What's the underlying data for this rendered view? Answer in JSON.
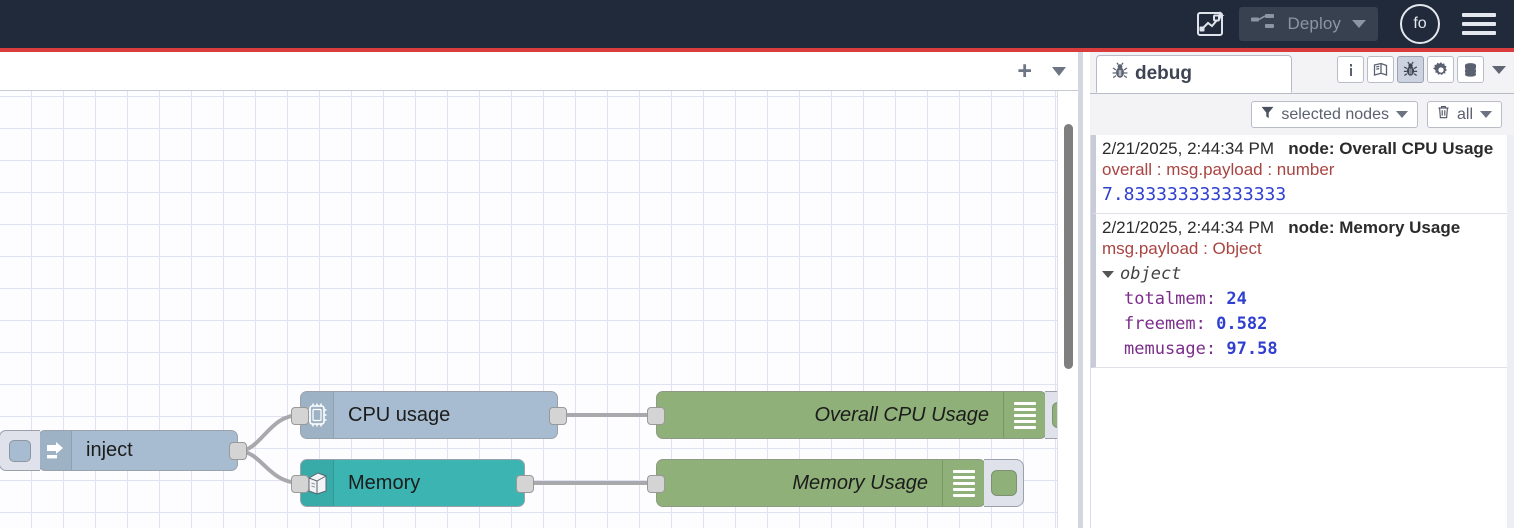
{
  "header": {
    "ai_icon": "flow-sparkle-icon",
    "deploy_label": "Deploy",
    "deploy_icon": "deploy-node-icon",
    "avatar_label": "fo",
    "menu_icon": "hamburger-menu-icon",
    "accent_color": "#d83c3c",
    "background_color": "#212a3a"
  },
  "workspace": {
    "add_tab_label": "+",
    "tab_menu_icon": "chevron-down-icon",
    "nodes": [
      {
        "id": "inject",
        "label": "inject",
        "icon": "inject-arrow-icon",
        "color": "#a7bcd0",
        "type": "inject"
      },
      {
        "id": "cpu",
        "label": "CPU usage",
        "icon": "cpu-chip-icon",
        "color": "#a7bcd0",
        "type": "function"
      },
      {
        "id": "memory",
        "label": "Memory",
        "icon": "server-tower-icon",
        "color": "#3cb4b2",
        "type": "function"
      },
      {
        "id": "debug1",
        "label": "Overall CPU Usage",
        "icon": "debug-lines-icon",
        "color": "#8fb079",
        "type": "debug"
      },
      {
        "id": "debug2",
        "label": "Memory Usage",
        "icon": "debug-lines-icon",
        "color": "#8fb079",
        "type": "debug"
      }
    ]
  },
  "sidebar": {
    "tab": {
      "label": "debug",
      "icon": "bug-icon"
    },
    "tools": [
      {
        "name": "info-icon",
        "glyph": "i",
        "active": false
      },
      {
        "name": "library-book-icon",
        "glyph": "book",
        "active": false
      },
      {
        "name": "debug-bug-icon",
        "glyph": "bug",
        "active": true
      },
      {
        "name": "settings-gear-icon",
        "glyph": "gear",
        "active": false
      },
      {
        "name": "context-data-icon",
        "glyph": "stack",
        "active": false
      }
    ],
    "filters": {
      "nodes_filter_label": "selected nodes",
      "nodes_filter_icon": "funnel-icon",
      "clear_label": "all",
      "clear_icon": "trash-icon"
    },
    "messages": [
      {
        "timestamp": "2/21/2025, 2:44:34 PM",
        "node_prefix": "node: ",
        "node_name": "Overall CPU Usage",
        "property": "overall : msg.payload : number",
        "value": "7.833333333333333",
        "kind": "number"
      },
      {
        "timestamp": "2/21/2025, 2:44:34 PM",
        "node_prefix": "node: ",
        "node_name": "Memory Usage",
        "property": "msg.payload : Object",
        "kind": "object",
        "object_label": "object",
        "fields": [
          {
            "key": "totalmem",
            "value": "24"
          },
          {
            "key": "freemem",
            "value": "0.582"
          },
          {
            "key": "memusage",
            "value": "97.58"
          }
        ]
      }
    ]
  }
}
